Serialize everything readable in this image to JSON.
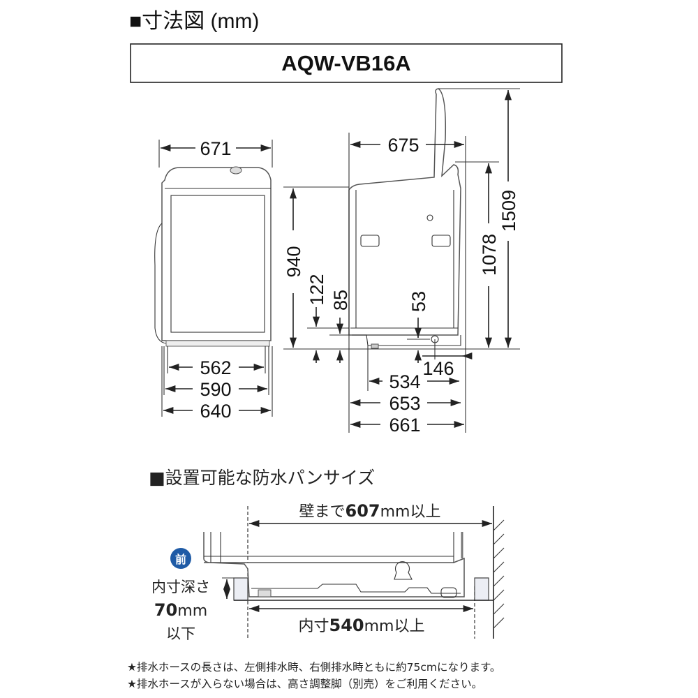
{
  "title": "■寸法図 (mm)",
  "model": "AQW-VB16A",
  "front_view": {
    "width_top": "671",
    "feet_inner": "562",
    "feet_outer": "590",
    "base_width": "640"
  },
  "side_view": {
    "depth_top": "675",
    "height_body": "940",
    "height_control": "1078",
    "height_lid_open": "1509",
    "hose_122": "122",
    "hose_85": "85",
    "hose_53": "53",
    "hose_146": "146",
    "feet_depth": "534",
    "depth_base": "653",
    "depth_total": "661"
  },
  "pan_section": {
    "heading": "■設置可能な防水パンサイズ",
    "front_badge": "前",
    "wall_prefix": "壁まで",
    "wall_value": "607",
    "wall_suffix": "mm以上",
    "inner_prefix": "内寸",
    "inner_value": "540",
    "inner_suffix": "mm以上",
    "depth_label": "内寸深さ",
    "depth_value": "70",
    "depth_unit": "mm",
    "depth_suffix": "以下"
  },
  "notes": [
    "★排水ホースの長さは、左側排水時、右側排水時ともに約75cmになります。",
    "★排水ホースが入らない場合は、高さ調整脚（別売）をご利用ください。"
  ],
  "colors": {
    "badge": "#1f5ba6"
  }
}
